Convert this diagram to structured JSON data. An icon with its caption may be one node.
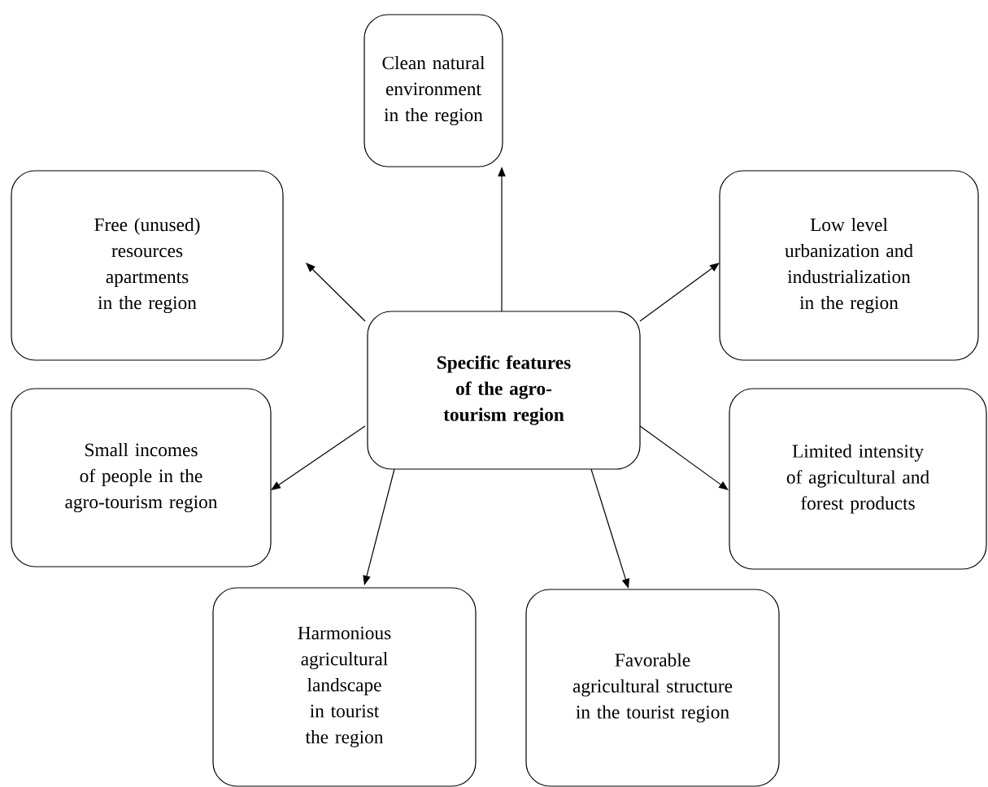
{
  "diagram": {
    "nodes": [
      {
        "text": [
          "Specific features of the agro-tourism region"
        ]
      },
      {
        "text": [
          "Clean natural environment in the region"
        ]
      },
      {
        "text": [
          "Free (unused) resources apartments in the region"
        ]
      },
      {
        "text": [
          "Low level urbanization and industrialization in the region"
        ]
      },
      {
        "text": [
          "Small incomes of people in the agro-tourism region"
        ]
      },
      {
        "text": [
          "Limited intensity of agricultural and forest products"
        ]
      },
      {
        "text": [
          "Harmonious agricultural landscape in tourist the region"
        ]
      },
      {
        "text": [
          "Favorable agricultural structure in the tourist region"
        ]
      }
    ],
    "edges": [
      {
        "from": 0,
        "to": 1,
        "arrow": "to"
      },
      {
        "from": 0,
        "to": 2,
        "arrow": "to"
      },
      {
        "from": 0,
        "to": 3,
        "arrow": "to"
      },
      {
        "from": 0,
        "to": 4,
        "arrow": "to"
      },
      {
        "from": 0,
        "to": 5,
        "arrow": "to"
      },
      {
        "from": 0,
        "to": 6,
        "arrow": "to"
      },
      {
        "from": 0,
        "to": 7,
        "arrow": "to"
      }
    ]
  }
}
